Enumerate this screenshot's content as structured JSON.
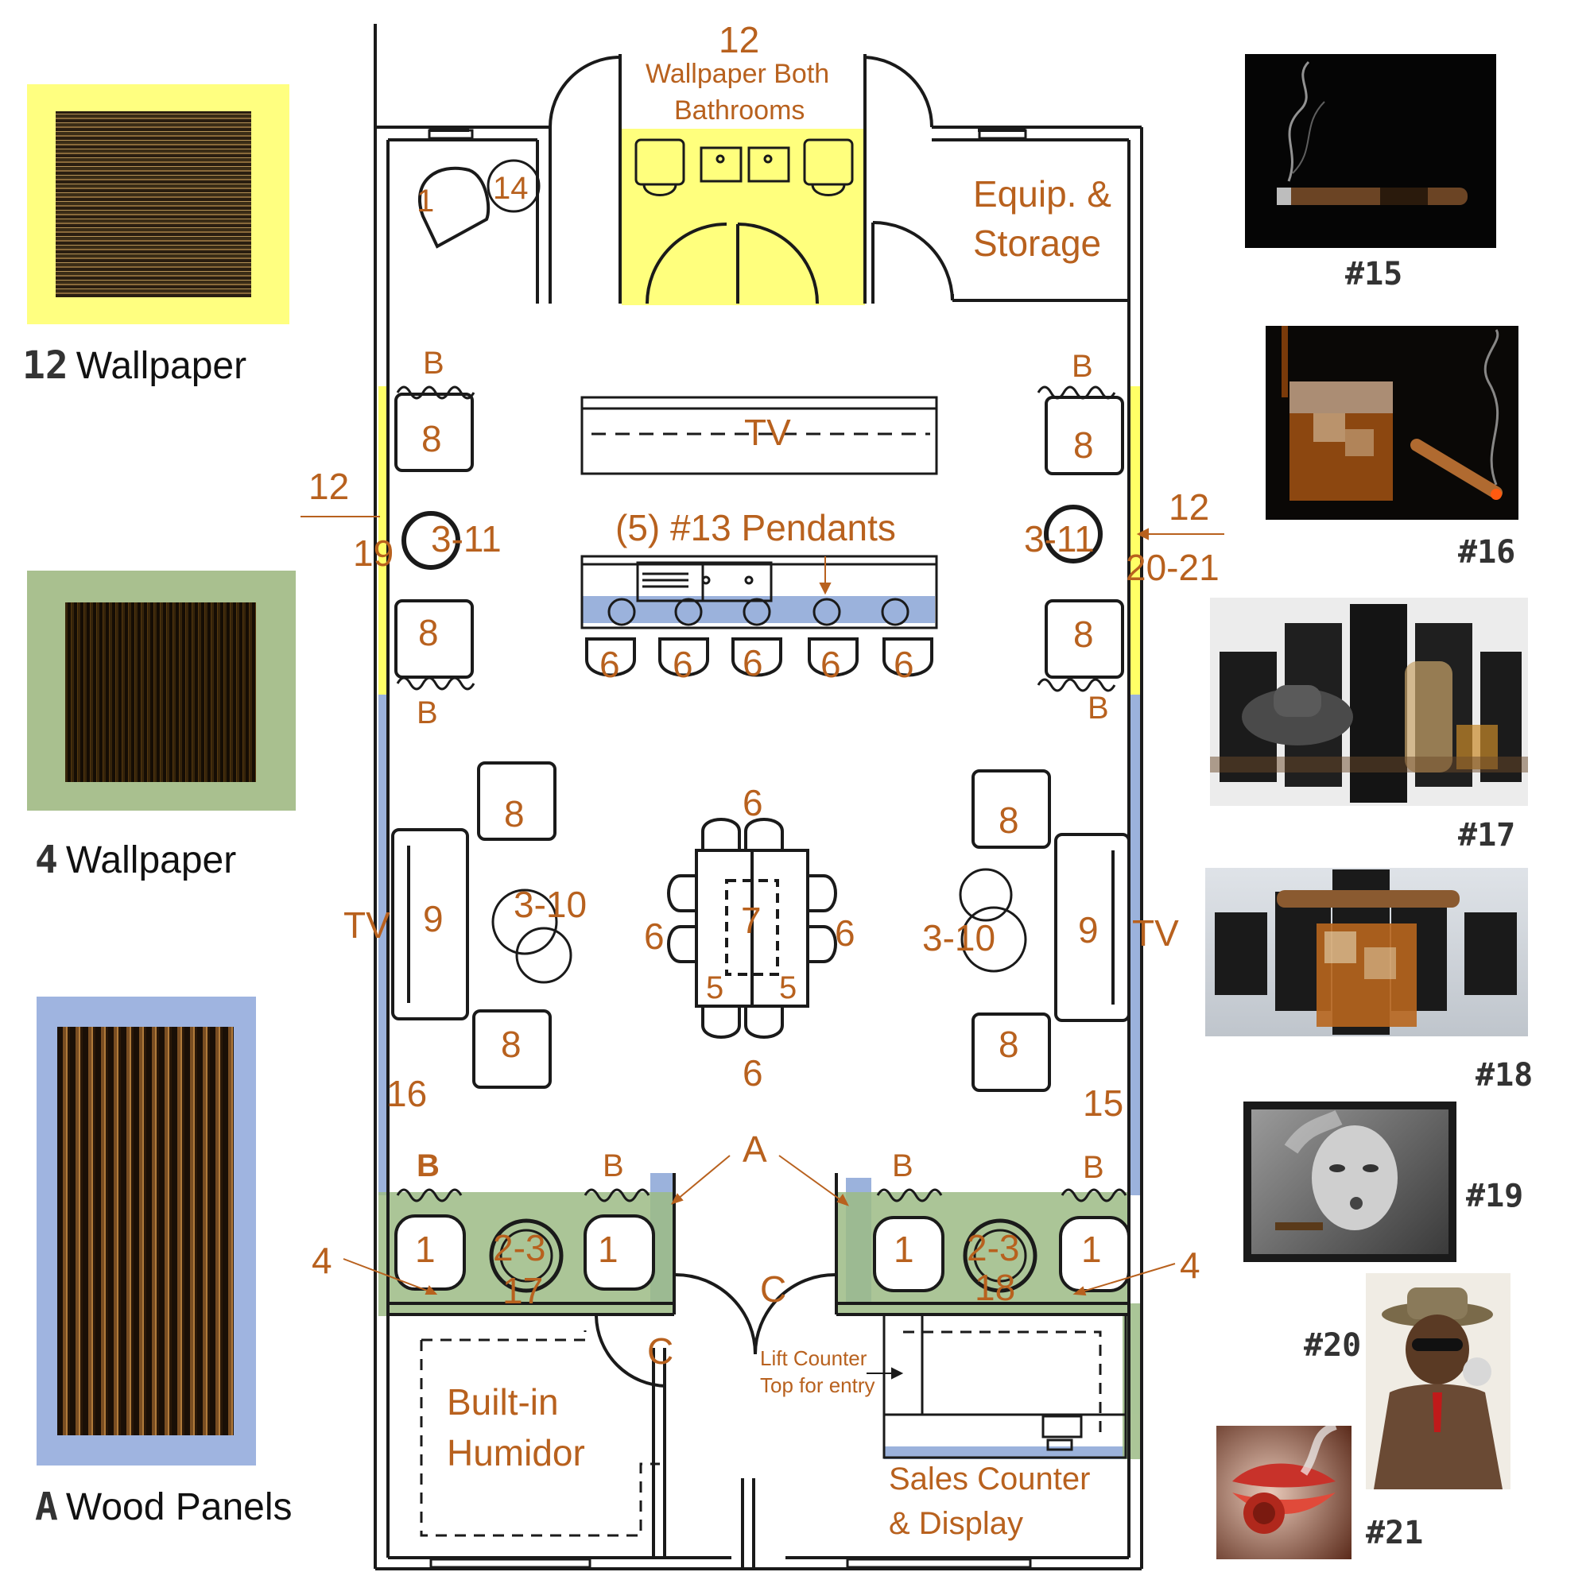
{
  "legend": [
    {
      "code": "12",
      "label": "Wallpaper",
      "frame_color": "#ffff80"
    },
    {
      "code": "4",
      "label": "Wallpaper",
      "frame_color": "#a9c08f"
    },
    {
      "code": "A",
      "label": "Wood Panels",
      "frame_color": "#9fb4e0"
    }
  ],
  "artwork": [
    {
      "label": "#15",
      "icon": "cigar-smoke-art"
    },
    {
      "label": "#16",
      "icon": "whiskey-cigar-art"
    },
    {
      "label": "#17",
      "icon": "hat-decanter-panel-art"
    },
    {
      "label": "#18",
      "icon": "cigar-whiskey-panel-art"
    },
    {
      "label": "#19",
      "icon": "smoker-portrait-art"
    },
    {
      "label": "#20",
      "icon": "hat-sunglasses-portrait-art"
    },
    {
      "label": "#21",
      "icon": "rose-lips-art"
    }
  ],
  "plan": {
    "top_code": "12",
    "bathroom_note_1": "Wallpaper Both",
    "bathroom_note_2": "Bathrooms",
    "storage_1": "Equip. &",
    "storage_2": "Storage",
    "tv": "TV",
    "pendants": "(5) #13 Pendants",
    "humidor_1": "Built-in",
    "humidor_2": "Humidor",
    "sales_1": "Sales Counter",
    "sales_2": "& Display",
    "lift_1": "Lift Counter",
    "lift_2": "Top for entry",
    "label_a": "A",
    "label_b": "B",
    "label_c": "C",
    "n1": "1",
    "n4": "4",
    "n5": "5",
    "n6": "6",
    "n7": "7",
    "n8": "8",
    "n9": "9",
    "n12": "12",
    "n14": "14",
    "n15": "15",
    "n16": "16",
    "n17": "17",
    "n18": "18",
    "n19": "19",
    "n2_3": "2-3",
    "n3_10": "3-10",
    "n3_11": "3-11",
    "n20_21": "20-21"
  },
  "colors": {
    "annotation": "#b8611e",
    "wall": "#1a1a1a",
    "yellow_wallpaper": "#ffff66",
    "green_wallpaper": "#9cbb85",
    "blue_panels": "#8aa5d6"
  }
}
